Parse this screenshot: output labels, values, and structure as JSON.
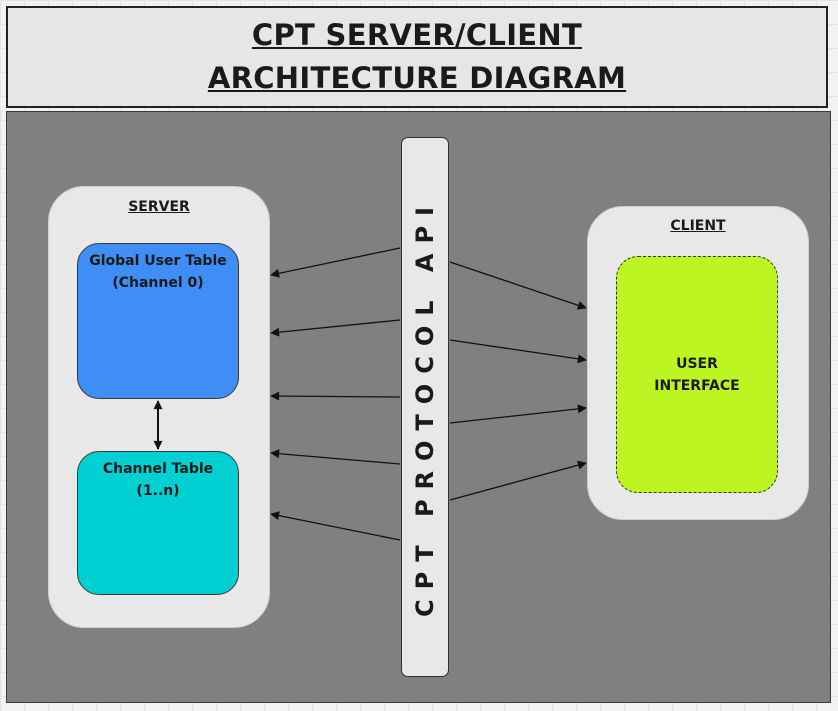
{
  "title": {
    "line1": "CPT SERVER/CLIENT",
    "line2": "ARCHITECTURE DIAGRAM"
  },
  "server": {
    "label": "SERVER",
    "global_table": {
      "line1": "Global User Table",
      "line2": "(Channel 0)",
      "color": "#3f8ef5"
    },
    "channel_table": {
      "line1": "Channel Table",
      "line2": "(1..n)",
      "color": "#00d0d2"
    }
  },
  "client": {
    "label": "CLIENT",
    "ui": {
      "line1": "USER",
      "line2": "INTERFACE",
      "color": "#bdf522"
    }
  },
  "api": {
    "label": "CPT PROTOCOL API"
  },
  "colors": {
    "canvas": "#808080",
    "panel": "#e8e8e8",
    "arrow": "#111111"
  }
}
